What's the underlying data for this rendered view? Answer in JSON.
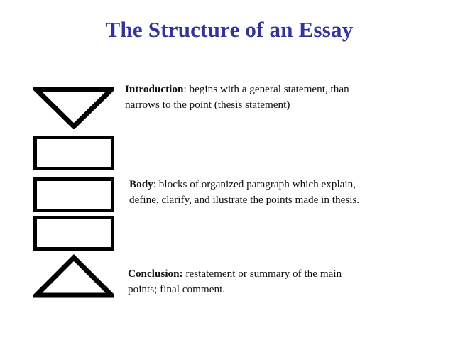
{
  "slide": {
    "title": "The Structure of an Essay",
    "title_color": "#33339b",
    "background_color": "#ffffff",
    "outline_color": "#000000",
    "body_text_color": "#111111"
  },
  "diagram": {
    "shapes": [
      {
        "name": "intro-triangle",
        "icon": "triangle-down-outline-icon",
        "section": "Introduction"
      },
      {
        "name": "body-rect-1",
        "icon": "rectangle-outline-icon",
        "section": "Body"
      },
      {
        "name": "body-rect-2",
        "icon": "rectangle-outline-icon",
        "section": "Body"
      },
      {
        "name": "body-rect-3",
        "icon": "rectangle-outline-icon",
        "section": "Body"
      },
      {
        "name": "conclusion-triangle",
        "icon": "triangle-up-outline-icon",
        "section": "Conclusion"
      }
    ]
  },
  "notes": {
    "introduction": {
      "lead": "Introduction",
      "separator": ":",
      "line1": " begins with a general statement, than",
      "line2": "narrows to the point (thesis statement)"
    },
    "body": {
      "lead": "Body",
      "separator": ":",
      "line1": " blocks of organized paragraph which explain,",
      "line2": "define, clarify, and ilustrate the points made in thesis."
    },
    "conclusion": {
      "lead": "Conclusion:",
      "separator": "",
      "line1": " restatement or summary of the main",
      "line2": "points; final comment."
    }
  }
}
